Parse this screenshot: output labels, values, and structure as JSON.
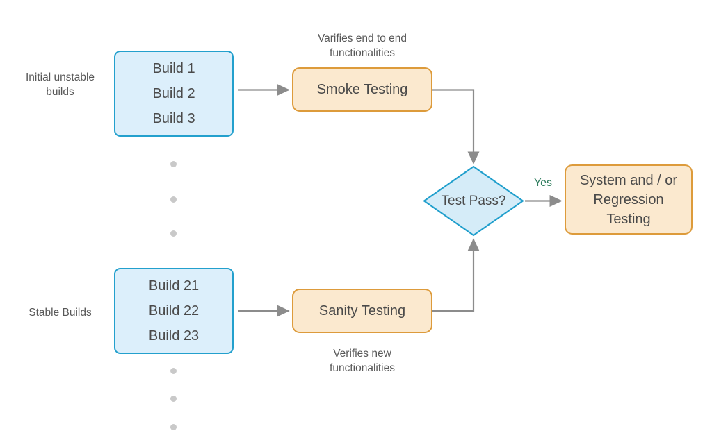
{
  "diagram": {
    "title": "Smoke Testing vs Sanity Testing flow",
    "colors": {
      "background": "#ffffff",
      "build_fill": "#dceffb",
      "build_stroke": "#23a0cd",
      "process_fill": "#fbe9cf",
      "process_stroke": "#dd9b3b",
      "decision_fill": "#d5ecf8",
      "decision_stroke": "#23a0cd",
      "connector": "#8c8c8c",
      "text": "#4a4a4a",
      "label_text": "#585858",
      "yes_label": "#2f7d5e",
      "dot": "#c9c9c9"
    },
    "side_labels": [
      {
        "id": "initial-unstable-builds",
        "text": "Initial unstable\nbuilds"
      },
      {
        "id": "stable-builds",
        "text": "Stable Builds"
      }
    ],
    "build_boxes": [
      {
        "id": "unstable-build-box",
        "lines": [
          "Build 1",
          "Build 2",
          "Build 3"
        ]
      },
      {
        "id": "stable-build-box",
        "lines": [
          "Build 21",
          "Build 22",
          "Build 23"
        ]
      }
    ],
    "process_boxes": [
      {
        "id": "smoke-testing",
        "label": "Smoke Testing"
      },
      {
        "id": "sanity-testing",
        "label": "Sanity Testing"
      },
      {
        "id": "system-regression-testing",
        "label": "System and / or\nRegression\nTesting"
      }
    ],
    "captions": [
      {
        "id": "smoke-caption",
        "text": "Varifies end to end\nfunctionalities"
      },
      {
        "id": "sanity-caption",
        "text": "Verifies new\nfunctionalities"
      }
    ],
    "decision": {
      "id": "test-pass",
      "label": "Test Pass?"
    },
    "edge_labels": [
      {
        "id": "yes-label",
        "text": "Yes"
      }
    ],
    "continuation_dots": {
      "upper_count": 3,
      "lower_count": 3
    }
  }
}
